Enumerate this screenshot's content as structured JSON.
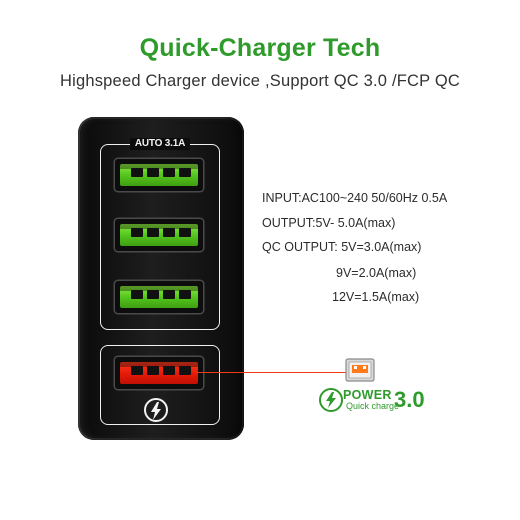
{
  "header": {
    "title": "Quick-Charger Tech",
    "title_color": "#2e9b2b",
    "subtitle": "Highspeed Charger device ,Support QC 3.0 /FCP QC"
  },
  "charger": {
    "auto_label": "AUTO 3.1A",
    "ports": [
      {
        "color": "green",
        "hex": "#5fcf24"
      },
      {
        "color": "green",
        "hex": "#5fcf24"
      },
      {
        "color": "green",
        "hex": "#5fcf24"
      },
      {
        "color": "red",
        "hex": "#e51a08"
      }
    ],
    "qc_badge_icon": "lightning-bolt-icon"
  },
  "specs": {
    "input": "INPUT:AC100~240 50/60Hz 0.5A",
    "output": "OUTPUT:5V- 5.0A(max)",
    "qc_output_label": "QC OUTPUT:",
    "qc_output_values": [
      "5V=3.0A(max)",
      "9V=2.0A(max)",
      "12V=1.5A(max)"
    ]
  },
  "qc_logo": {
    "power": "POWER",
    "quick_charge": "Quick charge",
    "version": "3.0",
    "icon": "lightning-bolt-icon",
    "color": "#2e9b2b"
  },
  "accent_line_color": "#f23a1a"
}
